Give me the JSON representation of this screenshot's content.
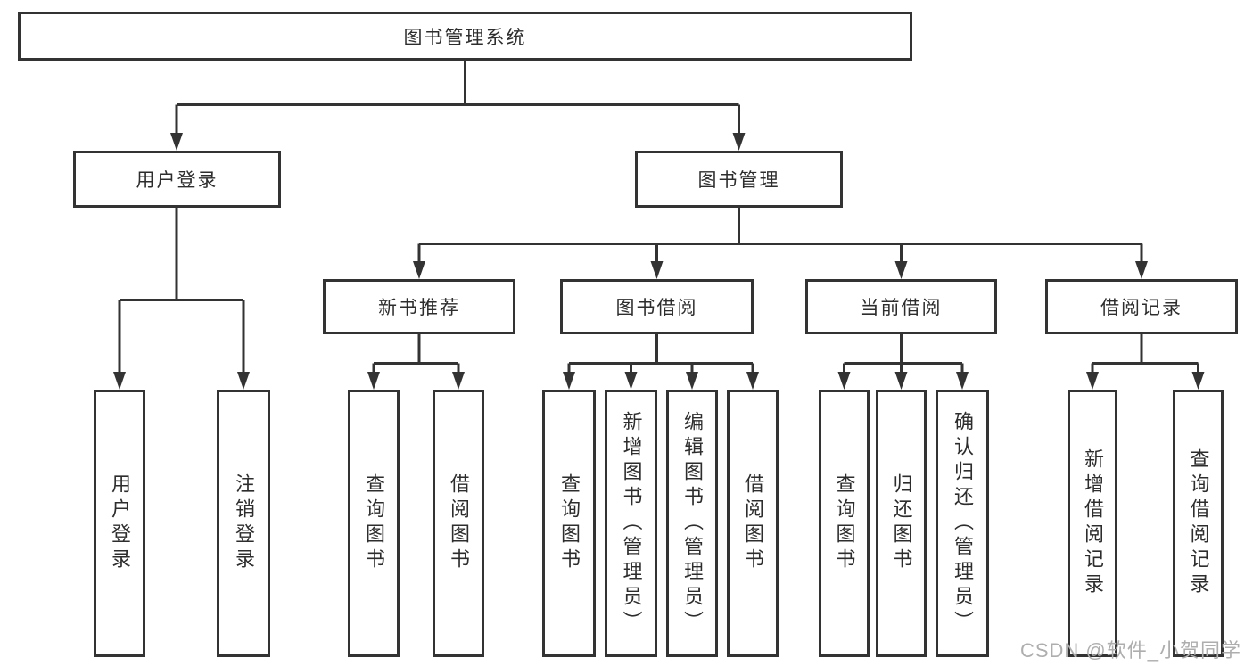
{
  "tree": {
    "label": "图书管理系统",
    "children": [
      {
        "label": "用户登录",
        "children": [
          {
            "label": "用户登录"
          },
          {
            "label": "注销登录"
          }
        ]
      },
      {
        "label": "图书管理",
        "children": [
          {
            "label": "新书推荐",
            "children": [
              {
                "label": "查询图书"
              },
              {
                "label": "借阅图书"
              }
            ]
          },
          {
            "label": "图书借阅",
            "children": [
              {
                "label": "查询图书"
              },
              {
                "label": "新增图书（管理员）"
              },
              {
                "label": "编辑图书（管理员）"
              },
              {
                "label": "借阅图书"
              }
            ]
          },
          {
            "label": "当前借阅",
            "children": [
              {
                "label": "查询图书"
              },
              {
                "label": "归还图书"
              },
              {
                "label": "确认归还（管理员）"
              }
            ]
          },
          {
            "label": "借阅记录",
            "children": [
              {
                "label": "新增借阅记录"
              },
              {
                "label": "查询借阅记录"
              }
            ]
          }
        ]
      }
    ]
  },
  "watermark": "CSDN @软件_小贺同学",
  "colors": {
    "border": "#333333",
    "text": "#2d2d2d",
    "background": "#ffffff",
    "watermark": "#aeaeae"
  }
}
